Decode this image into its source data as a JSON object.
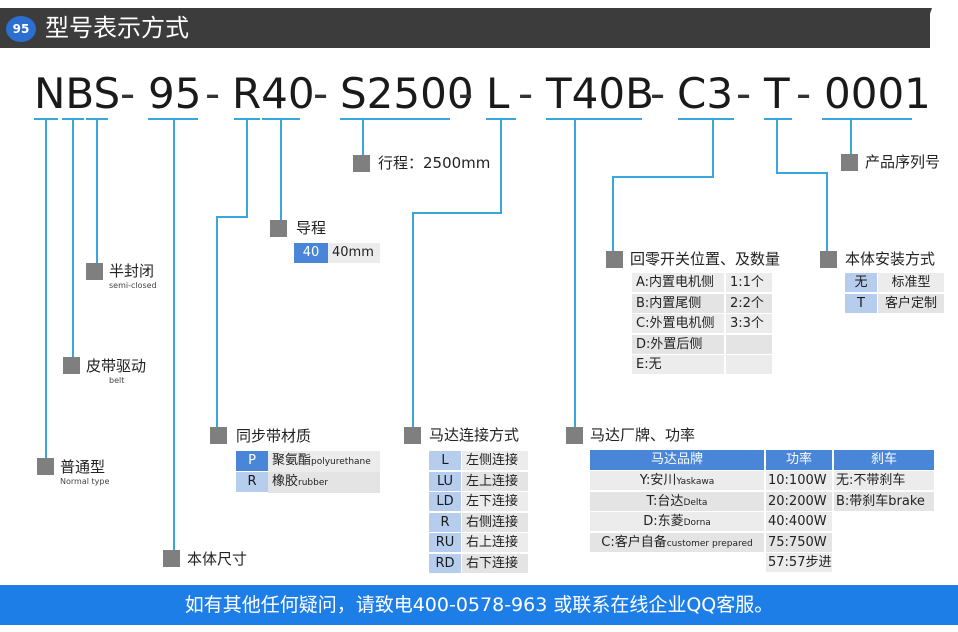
{
  "header": {
    "badge": "95",
    "title": "型号表示方式"
  },
  "code": {
    "segments": [
      "NBS",
      "95",
      "R40",
      "S2500",
      "L",
      "T40B",
      "C3",
      "T",
      "0001"
    ],
    "separator": "-"
  },
  "labels": {
    "semi_closed": "半封闭",
    "semi_closed_en": "semi-closed",
    "belt_drive": "皮带驱动",
    "belt_drive_en": "belt",
    "normal_type": "普通型",
    "normal_type_en": "Normal type",
    "body_size": "本体尺寸",
    "sync_belt_material": "同步带材质",
    "lead": "导程",
    "stroke": "行程：2500mm",
    "motor_connection": "马达连接方式",
    "motor_brand_power": "马达厂牌、功率",
    "home_switch": "回零开关位置、及数量",
    "body_install": "本体安装方式",
    "serial_no": "产品序列号"
  },
  "belt_material": [
    {
      "key": "P",
      "value": "聚氨酯",
      "value_en": "polyurethane"
    },
    {
      "key": "R",
      "value": "橡胶",
      "value_en": "rubber"
    }
  ],
  "lead_table": [
    {
      "key": "40",
      "value": "40mm"
    }
  ],
  "connection": [
    {
      "key": "L",
      "value": "左侧连接"
    },
    {
      "key": "LU",
      "value": "左上连接"
    },
    {
      "key": "LD",
      "value": "左下连接"
    },
    {
      "key": "R",
      "value": "右侧连接"
    },
    {
      "key": "RU",
      "value": "右上连接"
    },
    {
      "key": "RD",
      "value": "右下连接"
    }
  ],
  "motor_table": {
    "headers": [
      "马达品牌",
      "功率",
      "刹车"
    ],
    "brands": [
      {
        "main": "Y:安川",
        "en": "Yaskawa"
      },
      {
        "main": "T:台达",
        "en": "Delta"
      },
      {
        "main": "D:东菱",
        "en": "Dorna"
      },
      {
        "main": "C:客户自备",
        "en": "customer prepared"
      }
    ],
    "powers": [
      "10:100W",
      "20:200W",
      "40:400W",
      "75:750W",
      "57:57步进"
    ],
    "brakes": [
      "无:不带刹车",
      "B:带刹车brake"
    ]
  },
  "home_switch_table": {
    "positions": [
      "A:内置电机侧",
      "B:内置尾侧",
      "C:外置电机侧",
      "D:外置后侧",
      "E:无"
    ],
    "counts": [
      "1:1个",
      "2:2个",
      "3:3个"
    ]
  },
  "install_table": [
    {
      "key": "无",
      "value": "标准型"
    },
    {
      "key": "T",
      "value": "客户定制"
    }
  ],
  "footer": "如有其他任何疑问，请致电400-0578-963 或联系在线企业QQ客服。"
}
